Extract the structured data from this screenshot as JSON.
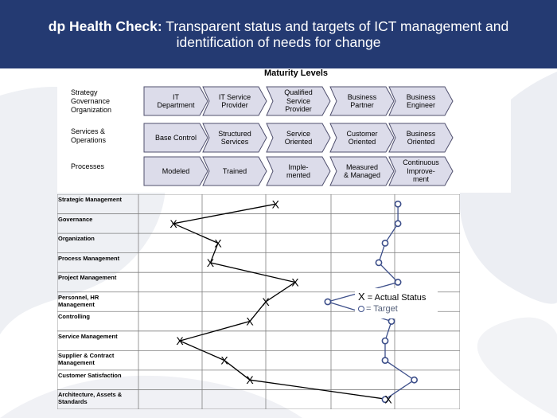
{
  "header": {
    "brand": "dp Health Check:",
    "title_rest": " Transparent status and targets of ICT management and",
    "title_line2": "identification of needs for change"
  },
  "maturity": {
    "title": "Maturity Levels",
    "rows": [
      {
        "label": "Strategy\nGovernance\nOrganization",
        "levels": [
          "IT\nDepartment",
          "IT Service\nProvider",
          "Qualified\nService\nProvider",
          "Business\nPartner",
          "Business\nEngineer"
        ]
      },
      {
        "label": "Services &\nOperations",
        "levels": [
          "Base Control",
          "Structured\nServices",
          "Service\nOriented",
          "Customer\nOriented",
          "Business\nOriented"
        ]
      },
      {
        "label": "Processes",
        "levels": [
          "Modeled",
          "Trained",
          "Imple-\nmented",
          "Measured\n& Managed",
          "Continuous\nImprove-\nment"
        ]
      }
    ]
  },
  "chart_data": {
    "type": "line",
    "categories": [
      "Strategic Management",
      "Governance",
      "Organization",
      "Process Management",
      "Project Management",
      "Personnel, HR Management",
      "Controlling",
      "Service Management",
      "Supplier & Contract Management",
      "Customer Satisfaction",
      "Architecture, Assets & Standards"
    ],
    "x_scale": "maturity level, 0 to 5 across the five columns",
    "xlim": [
      0,
      5
    ],
    "series": [
      {
        "name": "Actual Status",
        "marker": "X",
        "values": [
          2.15,
          0.55,
          1.25,
          1.13,
          2.45,
          2.0,
          1.75,
          0.65,
          1.35,
          1.75,
          3.9
        ]
      },
      {
        "name": "Target",
        "marker": "circle",
        "values": [
          4.05,
          4.05,
          3.85,
          3.75,
          4.05,
          2.95,
          3.95,
          3.85,
          3.85,
          4.3,
          3.85
        ]
      }
    ],
    "colors": {
      "actual": "#000000",
      "target": "#3d4f8a",
      "grid": "#7f7f7f"
    }
  },
  "legend": {
    "actual_marker": "X",
    "actual_label": "= Actual Status",
    "target_label": "= Target"
  },
  "theme": {
    "header_bg": "#243a72",
    "chevron_fill": "#dcdcea",
    "chevron_stroke": "#50506e"
  }
}
